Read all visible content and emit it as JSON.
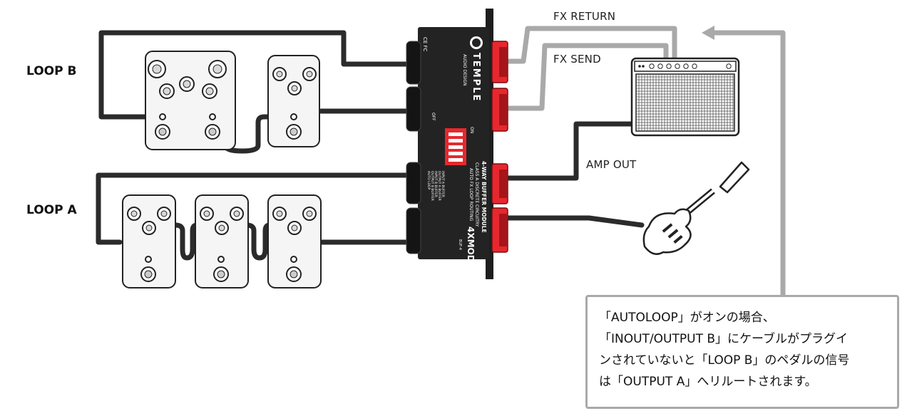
{
  "labels": {
    "loop_b": "LOOP B",
    "loop_a": "LOOP A",
    "fx_return": "FX RETURN",
    "fx_send": "FX SEND",
    "amp_out": "AMP OUT"
  },
  "module": {
    "brand": "TEMPLE",
    "brand_sub": "AUDIO DESIGN",
    "title": "4-WAY BUFFER MODULE",
    "subtitle_1": "CLASS A DISCRETE CIRCUITRY",
    "subtitle_2": "AUTO FX LOOP ROUTING",
    "model": "4XMOD",
    "model_sub": "BUF-4",
    "ce": "CE FC",
    "dip_on": "ON",
    "dip_off": "OFF",
    "dip_labels": [
      "INPUT A BUFFER",
      "OUTPUT A BUFFER",
      "INPUT B BUFFER",
      "OUTPUT B BUFFER",
      "AUTO LOOP"
    ]
  },
  "note": {
    "lines": [
      "「AUTOLOOP」がオンの場合、",
      "「INOUT/OUTPUT B」にケーブルがプラグイ",
      "ンされていないと「LOOP B」のペダルの信号",
      "は「OUTPUT A」へリルートされます。"
    ]
  },
  "colors": {
    "cable": "#2b2b2b",
    "fx_cable": "#a9a9a9",
    "jack": "#e6282e",
    "module": "#232323",
    "pedal_fill": "#f5f5f5"
  }
}
